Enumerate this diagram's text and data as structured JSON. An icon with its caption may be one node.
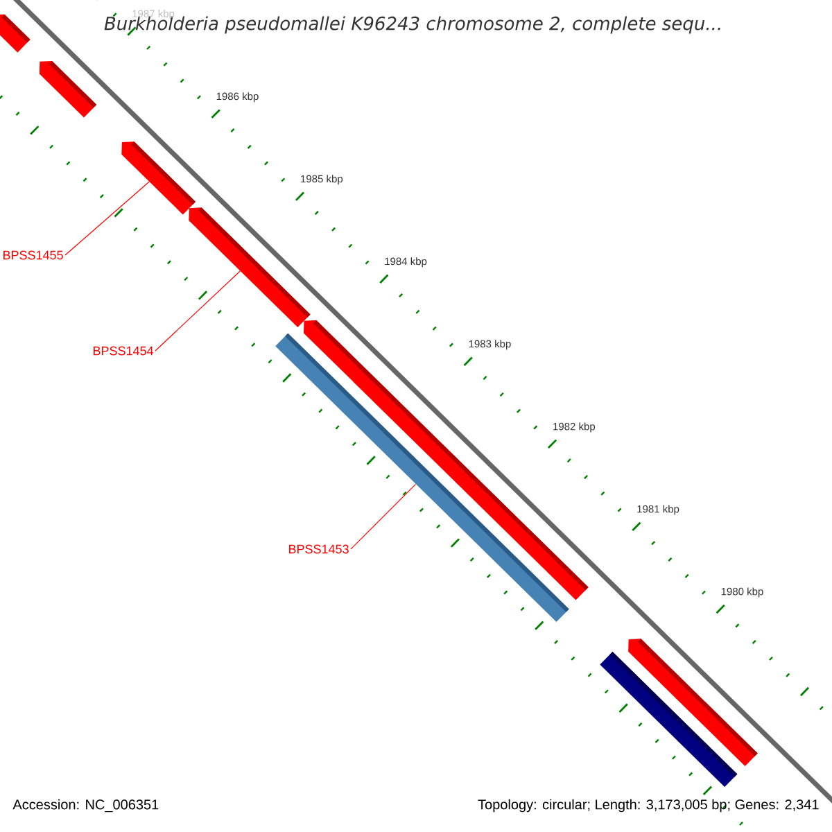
{
  "diagram": {
    "title": "*Burkholderia pseudomallei* K96243 chromosome 2, complete sequ...",
    "nodes": [
      {
        "text": [],
        "shape": "bar"
      },
      {
        "text": [],
        "shape": "bar"
      },
      {
        "text": [],
        "shape": "bar"
      },
      {
        "text": [],
        "shape": "bar"
      },
      {
        "text": [],
        "shape": "bar"
      },
      {
        "text": [],
        "shape": "bar"
      },
      {
        "text": [],
        "shape": "bar"
      },
      {
        "text": [],
        "shape": "bar"
      },
      {
        "text": [
          "BPSS1455"
        ]
      },
      {
        "text": [
          "BPSS1454"
        ]
      },
      {
        "text": [
          "BPSS1453"
        ]
      }
    ],
    "edges": [
      {
        "from": 8,
        "to": 2,
        "arrow": "none"
      },
      {
        "from": 9,
        "to": 3,
        "arrow": "none"
      },
      {
        "from": 10,
        "to": 4,
        "arrow": "none"
      }
    ],
    "labels": [
      "1987 kbp",
      "1986 kbp",
      "1985 kbp",
      "1984 kbp",
      "1983 kbp",
      "1982 kbp",
      "1981 kbp",
      "1980 kbp",
      "Accession: NC_006351",
      "Topology: circular; Length: 3,173,005 bp; Genes: 2,341"
    ]
  }
}
